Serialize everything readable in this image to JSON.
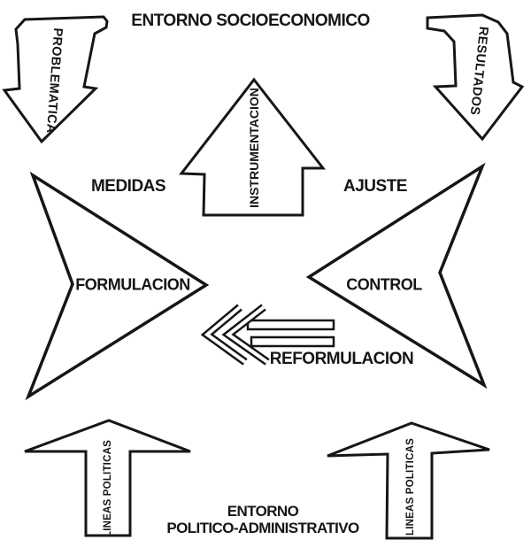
{
  "diagram": {
    "description": "Policy cycle flow diagram with outlined block arrows",
    "colors": {
      "background": "#ffffff",
      "ink": "#161616"
    },
    "titles": {
      "top": "ENTORNO SOCIOECONOMICO",
      "bottom_line1": "ENTORNO",
      "bottom_line2": "POLITICO-ADMINISTRATIVO"
    },
    "labels": {
      "problematica": "PROBLEMATICA",
      "resultados": "RESULTADOS",
      "instrumentacion": "INSTRUMENTACION",
      "medidas": "MEDIDAS",
      "ajuste": "AJUSTE",
      "formulacion": "FORMULACION",
      "control": "CONTROL",
      "reformulacion": "REFORMULACION",
      "lineas_politicas_left": "LINEAS POLITICAS",
      "lineas_politicas_right": "LINEAS POLITICAS"
    },
    "icons": [
      "problematica-down-arrow-icon",
      "resultados-down-arrow-icon",
      "instrumentacion-up-arrow-icon",
      "formulacion-right-chevron-icon",
      "control-left-chevron-icon",
      "reformulacion-left-striped-arrow-icon",
      "lineas-politicas-left-up-arrow-icon",
      "lineas-politicas-right-up-arrow-icon"
    ]
  }
}
